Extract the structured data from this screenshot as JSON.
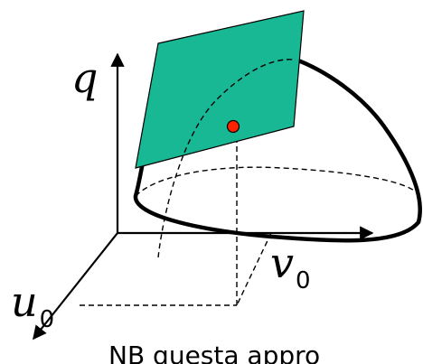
{
  "labels": {
    "q_axis": "q",
    "v_axis": "v",
    "v_sub": "0",
    "u_axis": "u",
    "u_sub": "0"
  },
  "note": "NB questa appro",
  "colors": {
    "plane": "#18b894",
    "point": "#ff2200",
    "ink": "#000000"
  }
}
